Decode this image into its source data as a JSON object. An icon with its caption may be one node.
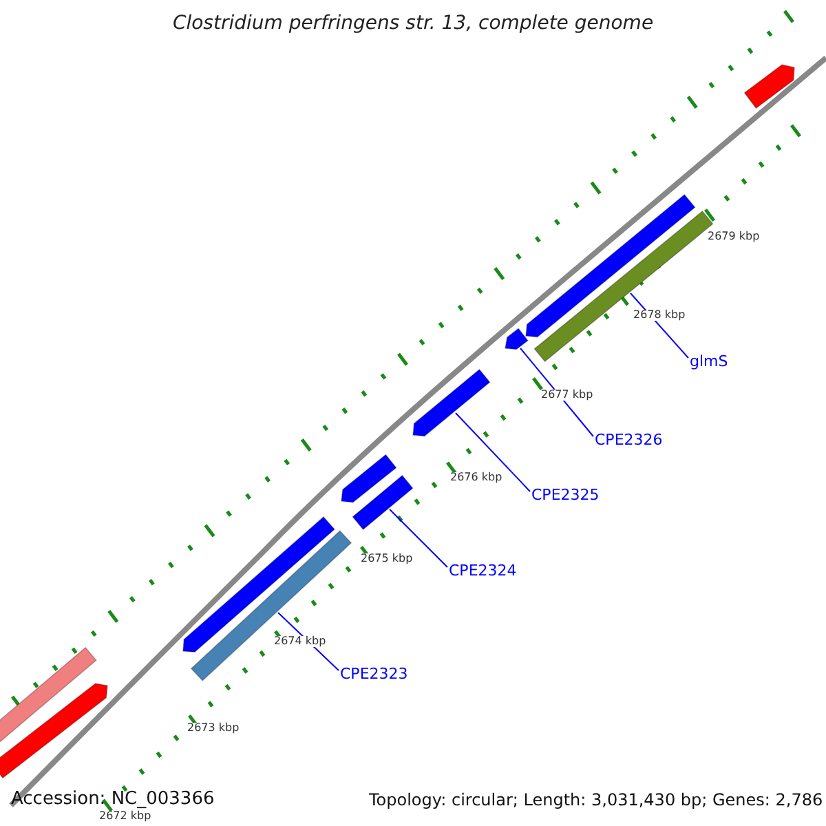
{
  "diagram": {
    "title": "Clostridium perfringens str. 13, complete genome",
    "nodes": [
      {
        "text": [
          "glmS"
        ]
      },
      {
        "text": [
          "CPE2326"
        ]
      },
      {
        "text": [
          "CPE2325"
        ]
      },
      {
        "text": [
          "CPE2324"
        ]
      },
      {
        "text": [
          "CPE2323"
        ]
      },
      {
        "text": [],
        "shape": "arrow"
      },
      {
        "text": [],
        "shape": "arrow"
      },
      {
        "text": [],
        "shape": "bar"
      },
      {
        "text": [],
        "shape": "arrow"
      },
      {
        "text": [],
        "shape": "arrow"
      },
      {
        "text": [],
        "shape": "arrow"
      },
      {
        "text": [],
        "shape": "bar"
      },
      {
        "text": [],
        "shape": "arrow"
      },
      {
        "text": [],
        "shape": "bar"
      },
      {
        "text": [],
        "shape": "bar"
      },
      {
        "text": [],
        "shape": "arrow"
      }
    ],
    "edges": [
      {
        "from": 0,
        "to": 7,
        "arrow": "none"
      },
      {
        "from": 1,
        "to": 8,
        "arrow": "none"
      },
      {
        "from": 2,
        "to": 9,
        "arrow": "none"
      },
      {
        "from": 3,
        "to": 11,
        "arrow": "none"
      },
      {
        "from": 4,
        "to": 13,
        "arrow": "none"
      }
    ],
    "labels": [
      "2679 kbp",
      "2678 kbp",
      "2677 kbp",
      "2676 kbp",
      "2675 kbp",
      "2674 kbp",
      "2673 kbp",
      "2672 kbp",
      "Accession: NC_003366",
      "Topology: circular; Length: 3,031,430 bp; Genes: 2,786"
    ]
  }
}
